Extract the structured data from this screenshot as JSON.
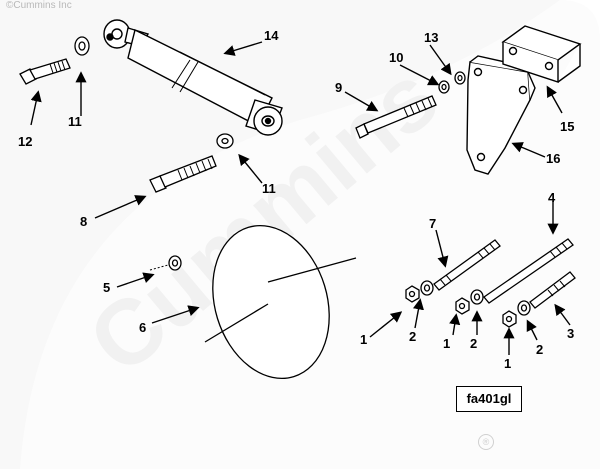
{
  "copyright": "©Cummins Inc",
  "watermark": "Cummins",
  "registered_mark": "®",
  "figure_code": "fa401gl",
  "callouts": {
    "c14": "14",
    "c13": "13",
    "c10": "10",
    "c9": "9",
    "c15": "15",
    "c16": "16",
    "c12": "12",
    "c11a": "11",
    "c11b": "11",
    "c8": "8",
    "c7": "7",
    "c4": "4",
    "c5": "5",
    "c6": "6",
    "c1a": "1",
    "c2a": "2",
    "c1b": "1",
    "c2b": "2",
    "c1c": "1",
    "c2c": "2",
    "c3": "3"
  }
}
